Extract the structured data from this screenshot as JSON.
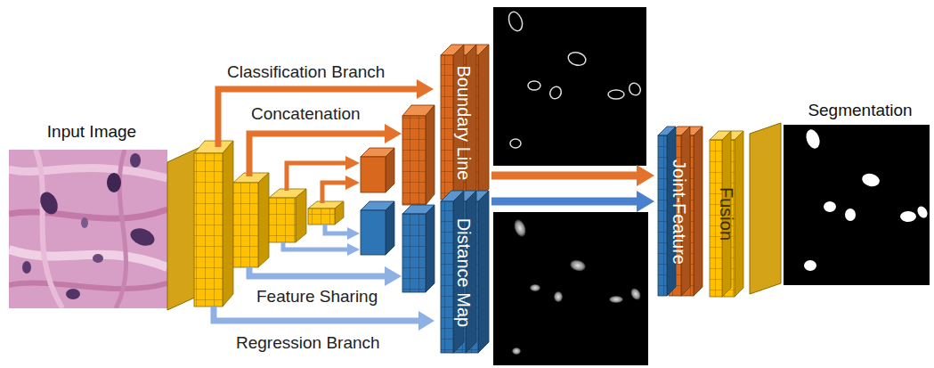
{
  "diagram": {
    "nodes": [
      {
        "text": [
          "Input Image"
        ]
      },
      {
        "text": [
          "Boundary Line"
        ]
      },
      {
        "text": [
          "Distance Map"
        ]
      },
      {
        "text": [
          "Joint-Feature"
        ]
      },
      {
        "text": [
          "Fusion"
        ]
      },
      {
        "text": [
          "Segmentation"
        ]
      }
    ],
    "edges": [
      {
        "from": 1,
        "to": 3,
        "arrow": "to"
      },
      {
        "from": 2,
        "to": 3,
        "arrow": "to"
      }
    ],
    "labels": [
      "Classification Branch",
      "Concatenation",
      "Feature Sharing",
      "Regression Branch"
    ]
  }
}
